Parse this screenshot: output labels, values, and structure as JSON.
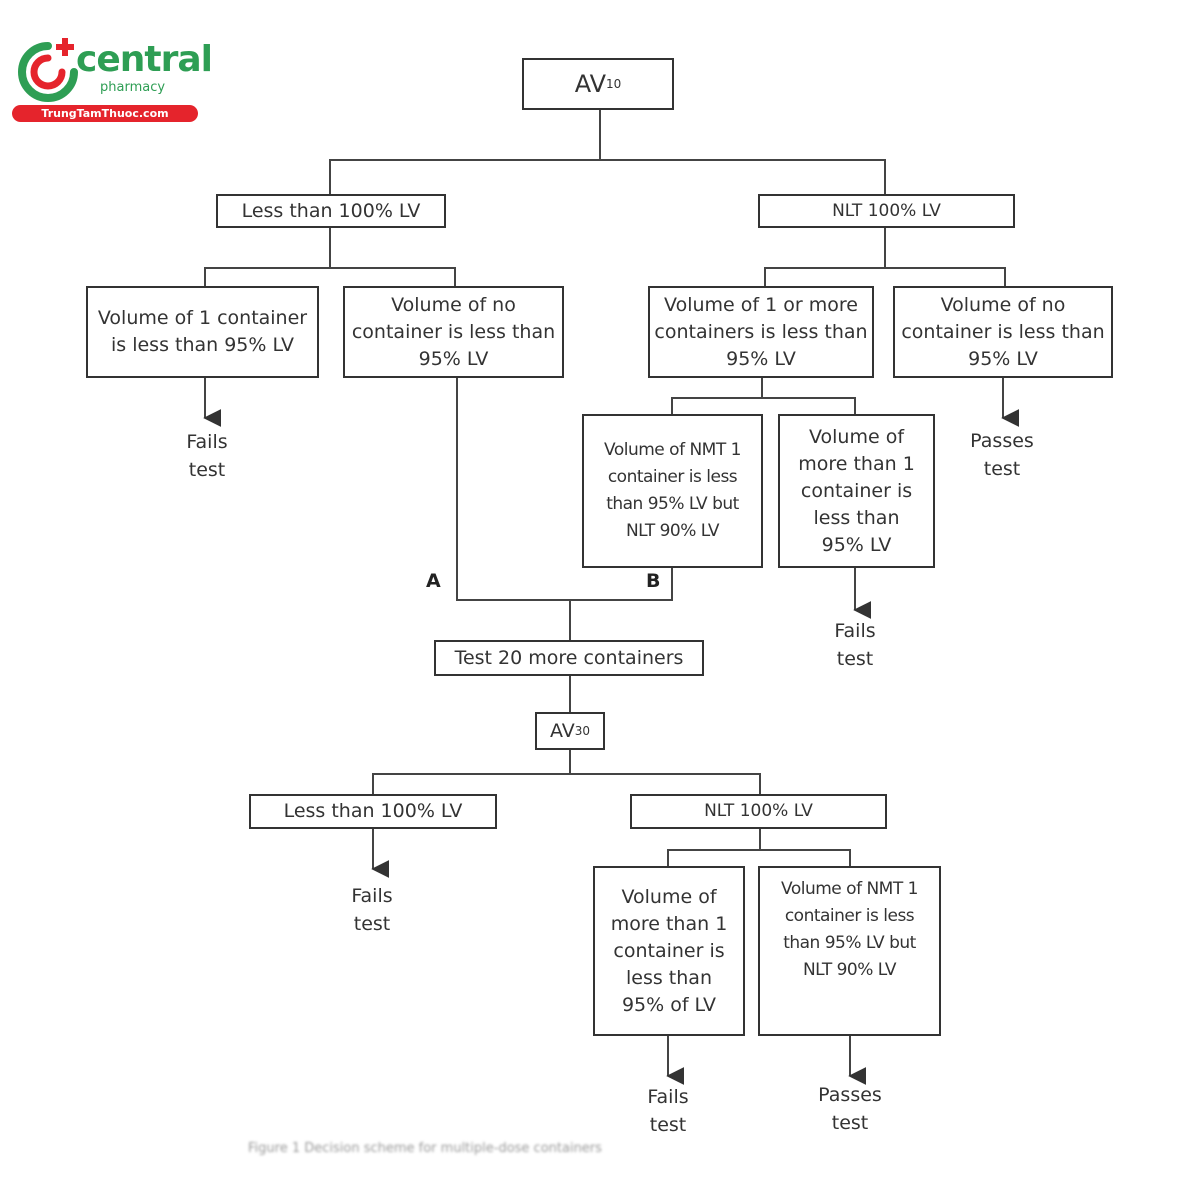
{
  "brand": {
    "name": "central",
    "sub": "pharmacy",
    "url": "TrungTamThuoc.com",
    "colors": {
      "green": "#2e9e54",
      "red": "#e5242c"
    }
  },
  "flowchart": {
    "av10": {
      "text": "AV",
      "sub": "10"
    },
    "level1_left": "Less than 100% LV",
    "level1_right": "NLT 100% LV",
    "l2_a": "Volume of 1 container is less than 95% LV",
    "l2_b": "Volume of no container is less than 95% LV",
    "l2_c": "Volume of 1 or more containers is less than 95% LV",
    "l2_d": "Volume of no container is less than 95% LV",
    "out_fails_1": "Fails test",
    "out_passes_1": "Passes test",
    "l3_a": "Volume of NMT 1 container is less than 95% LV but NLT 90% LV",
    "l3_b": "Volume of more than 1 container is less than 95% LV",
    "out_fails_2": "Fails test",
    "label_a": "A",
    "label_b": "B",
    "test20": "Test 20 more containers",
    "av30": {
      "text": "AV",
      "sub": "30"
    },
    "level4_left": "Less than 100% LV",
    "level4_right": "NLT 100% LV",
    "out_fails_3": "Fails test",
    "l5_a": "Volume of more than 1 container is less than 95% of LV",
    "l5_b": "Volume of NMT 1 container is less than 95% LV but NLT 90% LV",
    "out_fails_4": "Fails test",
    "out_passes_2": "Passes test"
  },
  "caption": "Figure 1 Decision scheme for multiple-dose containers"
}
